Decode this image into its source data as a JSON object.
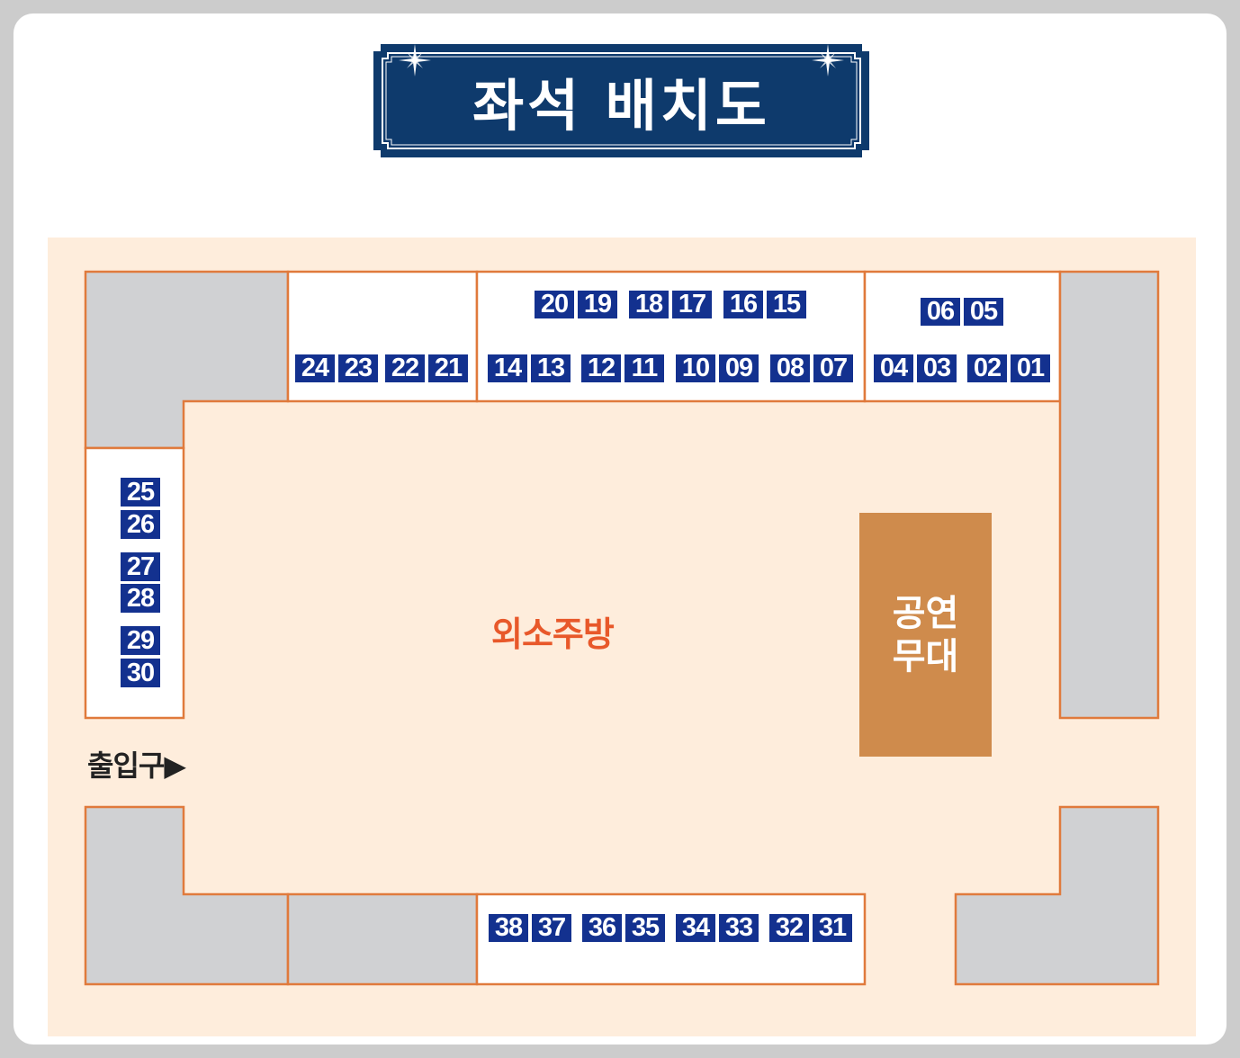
{
  "title": "좌석 배치도",
  "colors": {
    "banner_bg": "#0e3a6c",
    "seat_bg": "#13318f",
    "floor_bg": "#feeddc",
    "wall_border": "#e07a3c",
    "blocked_area": "#d0d1d3",
    "stage_bg": "#cf8b4c",
    "kitchen_label": "#e8582a"
  },
  "labels": {
    "kitchen": "외소주방",
    "stage_line1": "공연",
    "stage_line2": "무대",
    "entrance": "출입구▶"
  },
  "seats": {
    "top_left_row": [
      "24",
      "23",
      "22",
      "21"
    ],
    "top_center_upper": [
      "20",
      "19",
      "18",
      "17",
      "16",
      "15"
    ],
    "top_center_lower": [
      "14",
      "13",
      "12",
      "11",
      "10",
      "09",
      "08",
      "07"
    ],
    "top_right_upper": [
      "06",
      "05"
    ],
    "top_right_lower": [
      "04",
      "03",
      "02",
      "01"
    ],
    "left_column": [
      "25",
      "26",
      "27",
      "28",
      "29",
      "30"
    ],
    "bottom_row": [
      "38",
      "37",
      "36",
      "35",
      "34",
      "33",
      "32",
      "31"
    ]
  }
}
